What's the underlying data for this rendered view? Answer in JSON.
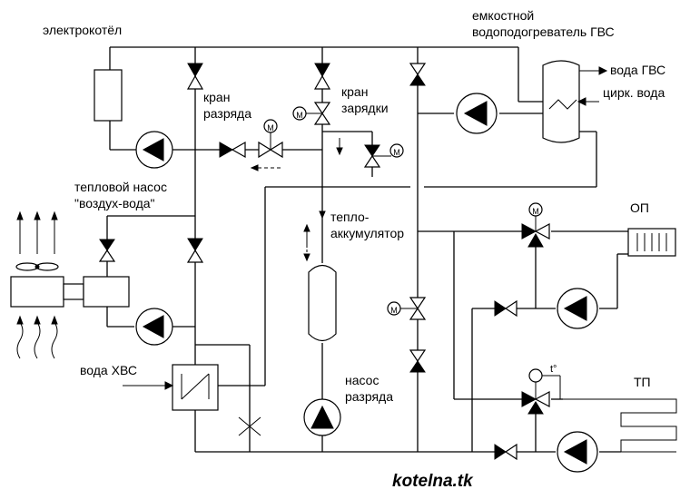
{
  "labels": {
    "electric_boiler": "электрокотёл",
    "dhw_heater_line1": "емкостной",
    "dhw_heater_line2": "водоподогреватель ГВС",
    "dhw_water": "вода ГВС",
    "circ_water": "цирк. вода",
    "discharge_valve_line1": "кран",
    "discharge_valve_line2": "разряда",
    "charge_valve_line1": "кран",
    "charge_valve_line2": "зарядки",
    "heat_pump_line1": "тепловой насос",
    "heat_pump_line2": "\"воздух-вода\"",
    "accumulator_line1": "тепло-",
    "accumulator_line2": "аккумулятор",
    "radiator_circuit": "ОП",
    "floor_circuit": "ТП",
    "cold_water": "вода ХВС",
    "discharge_pump_line1": "насос",
    "discharge_pump_line2": "разряда",
    "temperature_sensor": "t°",
    "motor_symbol": "M",
    "website": "kotelna.tk"
  }
}
